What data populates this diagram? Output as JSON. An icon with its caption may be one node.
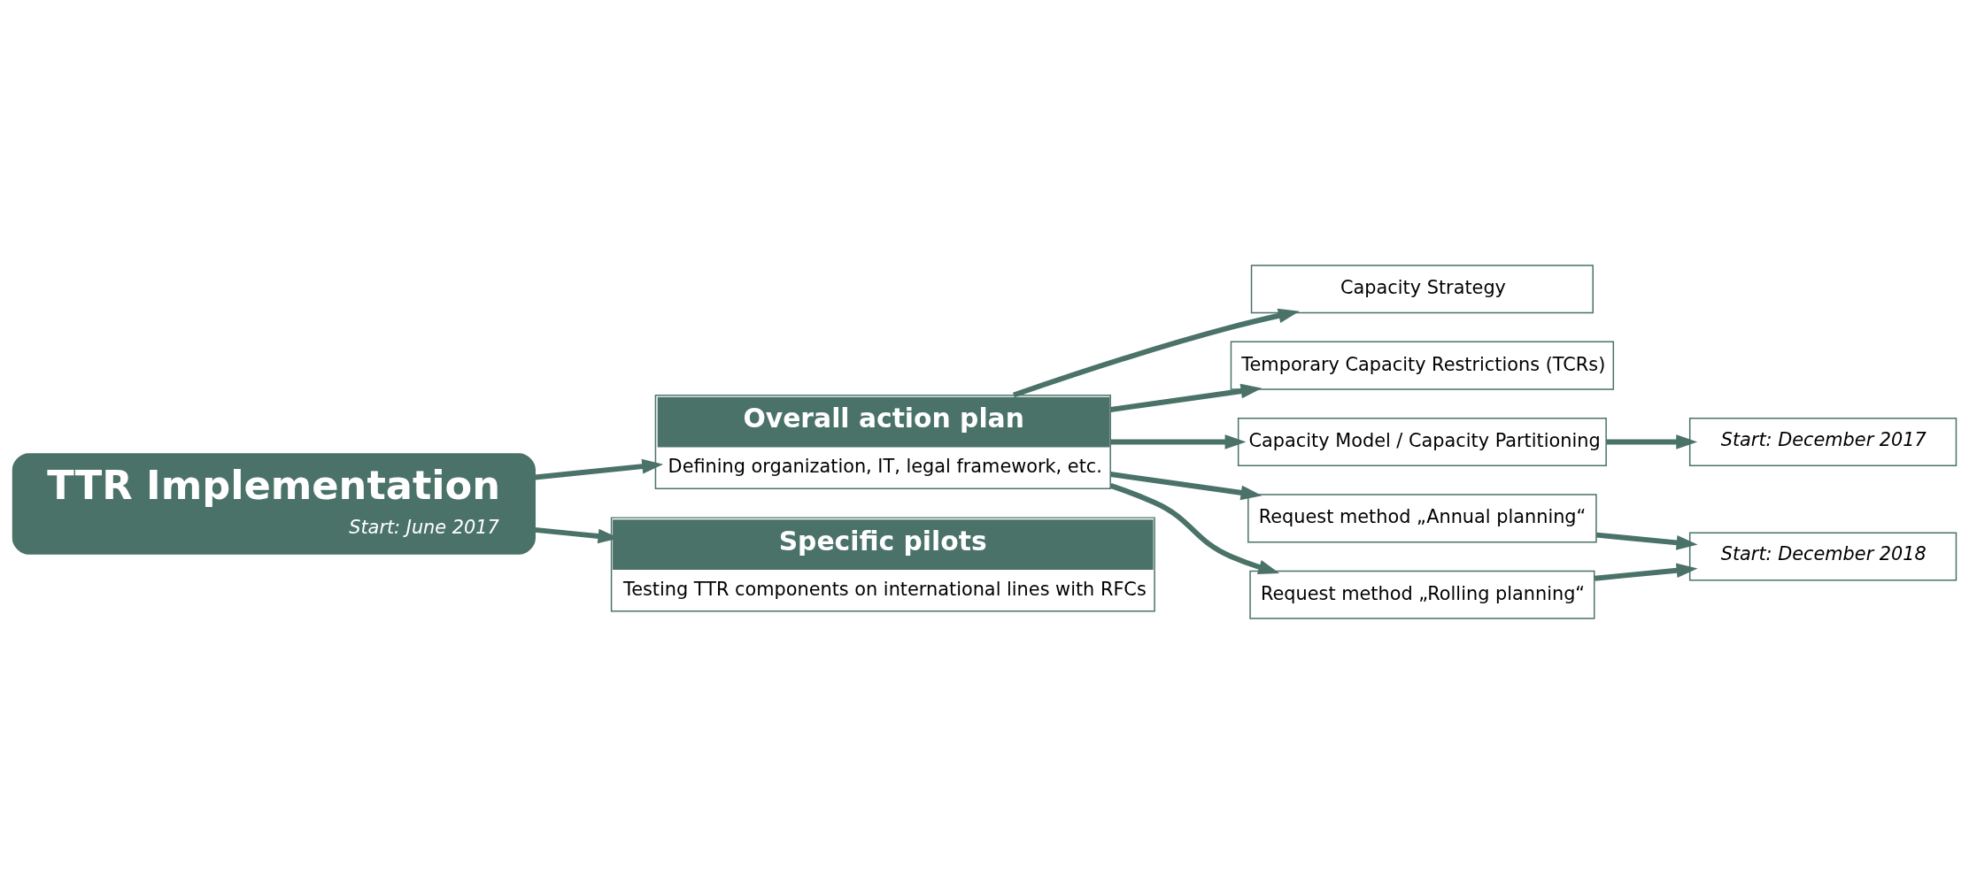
{
  "diagram": {
    "nodes": [
      {
        "text": [
          "TTR Implementation",
          "Start: June 2017"
        ]
      },
      {
        "text": [
          "Overall action plan",
          "Defining organization, IT, legal framework, etc."
        ]
      },
      {
        "text": [
          "Specific pilots",
          "Testing TTR components on international lines with RFCs"
        ]
      },
      {
        "text": [
          "Capacity Strategy"
        ]
      },
      {
        "text": [
          "Temporary Capacity Restrictions (TCRs)"
        ]
      },
      {
        "text": [
          "Capacity Model / Capacity Partitioning"
        ]
      },
      {
        "text": [
          "Request method „Annual planning“"
        ]
      },
      {
        "text": [
          "Request method „Rolling planning“"
        ]
      },
      {
        "text": [
          "Start: December 2017"
        ]
      },
      {
        "text": [
          "Start: December 2018"
        ]
      }
    ],
    "edges": [
      {
        "from": 0,
        "to": 1,
        "arrow": "to"
      },
      {
        "from": 0,
        "to": 2,
        "arrow": "to"
      },
      {
        "from": 1,
        "to": 3,
        "arrow": "to"
      },
      {
        "from": 1,
        "to": 4,
        "arrow": "to"
      },
      {
        "from": 1,
        "to": 5,
        "arrow": "to"
      },
      {
        "from": 1,
        "to": 6,
        "arrow": "to"
      },
      {
        "from": 1,
        "to": 7,
        "arrow": "to"
      },
      {
        "from": 5,
        "to": 8,
        "arrow": "to"
      },
      {
        "from": 6,
        "to": 9,
        "arrow": "to"
      },
      {
        "from": 7,
        "to": 9,
        "arrow": "to"
      }
    ]
  }
}
